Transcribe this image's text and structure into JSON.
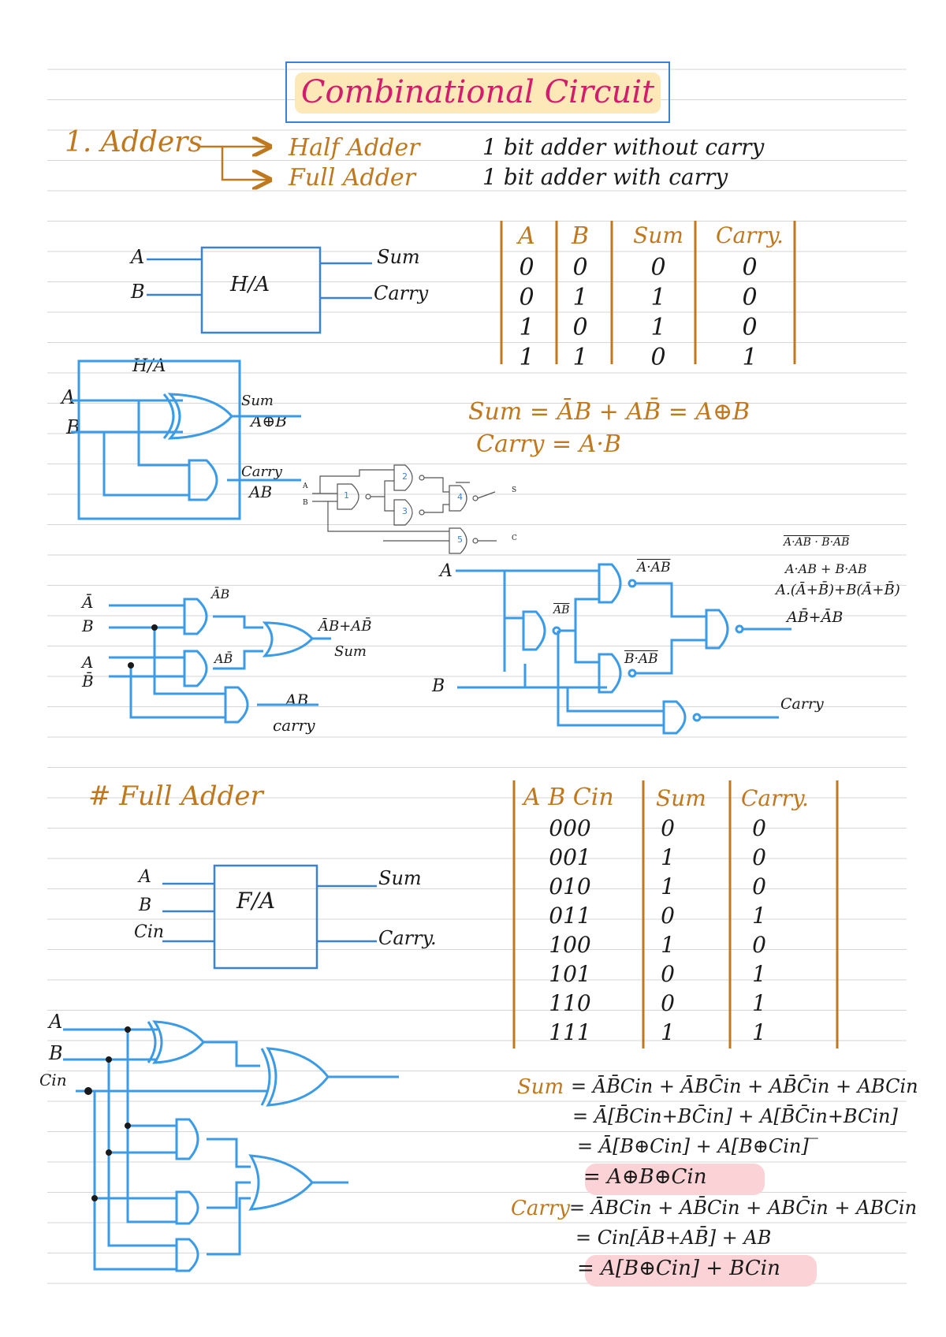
{
  "title": "Combinational Circuit",
  "adders": {
    "heading": "1. Adders",
    "half_adder": "Half Adder",
    "full_adder": "Full Adder",
    "half_desc": "1 bit adder without carry",
    "full_desc": "1 bit adder with carry"
  },
  "ha_block": {
    "label": "H/A",
    "in_a": "A",
    "in_b": "B",
    "out_sum": "Sum",
    "out_carry": "Carry"
  },
  "ha_table": {
    "headers": [
      "A",
      "B",
      "Sum",
      "Carry."
    ],
    "rows": [
      [
        "0",
        "0",
        "0",
        "0"
      ],
      [
        "0",
        "1",
        "1",
        "0"
      ],
      [
        "1",
        "0",
        "1",
        "0"
      ],
      [
        "1",
        "1",
        "0",
        "1"
      ]
    ]
  },
  "ha_gate": {
    "box_label": "H/A",
    "in_a": "A",
    "in_b": "B",
    "sum_label": "Sum",
    "sum_expr": "A⊕B",
    "carry_label": "Carry",
    "carry_expr": "AB"
  },
  "ha_equations": {
    "sum": "Sum = ĀB + AB̄ = A⊕B",
    "carry": "Carry = A·B"
  },
  "nand_mini": {
    "in_a": "A",
    "in_b": "B",
    "out_s": "S",
    "out_c": "C",
    "gates": [
      "1",
      "2",
      "3",
      "4",
      "5"
    ]
  },
  "sop_circuit": {
    "in_abar": "Ā",
    "in_b": "B",
    "in_a": "A",
    "in_bbar": "B̄",
    "g1_label": "ĀB",
    "g2_label": "AB̄",
    "or_label": "ĀB+AB̄",
    "sum_label": "Sum",
    "and_label": "AB",
    "carry_label": "carry"
  },
  "nand_circuit": {
    "in_a": "A",
    "in_b": "B",
    "g1_label": "AB",
    "g2_label": "A·AB",
    "g3_label": "B·AB",
    "note1": "A·AB · B·AB",
    "note2": "A·AB + B·AB",
    "note3": "A.(Ā+B̄)+B(Ā+B̄)",
    "note4": "AB̄+ĀB",
    "carry_label": "Carry"
  },
  "full_adder": {
    "heading": "# Full Adder",
    "block_label": "F/A",
    "in_a": "A",
    "in_b": "B",
    "in_cin": "Cin",
    "out_sum": "Sum",
    "out_carry": "Carry."
  },
  "fa_table": {
    "headers": [
      "A B Cin",
      "Sum",
      "Carry."
    ],
    "rows": [
      [
        "000",
        "0",
        "0"
      ],
      [
        "001",
        "1",
        "0"
      ],
      [
        "010",
        "1",
        "0"
      ],
      [
        "011",
        "0",
        "1"
      ],
      [
        "100",
        "1",
        "0"
      ],
      [
        "101",
        "0",
        "1"
      ],
      [
        "110",
        "0",
        "1"
      ],
      [
        "111",
        "1",
        "1"
      ]
    ]
  },
  "fa_circuit": {
    "in_a": "A",
    "in_b": "B",
    "in_cin": "Cin"
  },
  "fa_equations": {
    "sum_label": "Sum",
    "sum_lines": [
      "= ĀB̄Cin + ĀBC̄in + AB̄C̄in + ABCin",
      "= Ā[B̄Cin+BC̄in] + A[B̄C̄in+BCin]",
      "= Ā[B⊕Cin] + A[B⊕Cin]‾",
      "= A⊕B⊕Cin"
    ],
    "carry_label": "Carry",
    "carry_lines": [
      "= ĀBCin + AB̄Cin + ABC̄in + ABCin",
      "= Cin[ĀB+AB̄] + AB",
      "= A[B⊕Cin] + BCin"
    ]
  },
  "colors": {
    "title_pink": "#d41c6c",
    "highlight_yellow": "#fde8b8",
    "ink_orange": "#c0781e",
    "wire_blue": "#3b9be6",
    "box_blue": "#3b82d4",
    "table_rule": "#c0781e",
    "highlight_pink": "#fbd3d6"
  }
}
